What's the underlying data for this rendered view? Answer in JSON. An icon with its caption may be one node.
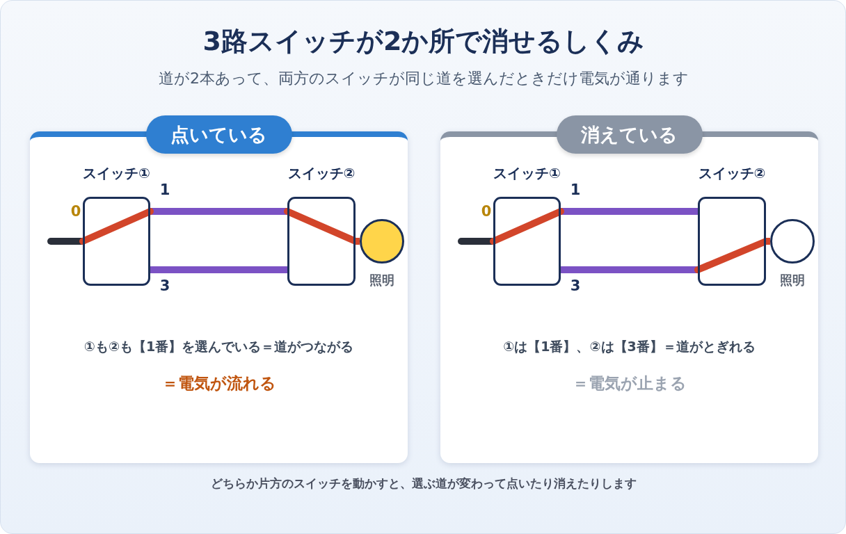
{
  "diagram": {
    "title": "3路スイッチが2か所で消せるしくみ",
    "caption": "どちらか片方のスイッチを動かすと、選ぶ道が変わって点いたり消えたりします",
    "nodes": [
      {
        "text": [
          "点いている",
          "①も②も【1番】を選んでいる＝道がつながる",
          "＝電気が流れる"
        ]
      },
      {
        "text": [
          "スイッチ①"
        ],
        "in": 0
      },
      {
        "text": [
          "スイッチ②"
        ],
        "in": 0
      },
      {
        "text": [
          "照明"
        ],
        "in": 0
      },
      {
        "text": [
          "消えている",
          "①は【1番】、②は【3番】＝道がとぎれる",
          "＝電気が止まる"
        ]
      },
      {
        "text": [
          "スイッチ①"
        ],
        "in": 4
      },
      {
        "text": [
          "スイッチ②"
        ],
        "in": 4
      },
      {
        "text": [
          "照明"
        ],
        "in": 4
      }
    ],
    "edges": [
      {
        "from": null,
        "to": 1,
        "arrow": "none",
        "color": "#2a2f3a"
      },
      {
        "from": 1,
        "to": 2,
        "arrow": "none"
      },
      {
        "from": 1,
        "to": 2,
        "arrow": "none"
      },
      {
        "from": 2,
        "to": 3,
        "arrow": "none",
        "color": "#d2452a"
      },
      {
        "from": null,
        "to": 5,
        "arrow": "none",
        "color": "#2a2f3a"
      },
      {
        "from": 5,
        "to": 6,
        "arrow": "none"
      },
      {
        "from": 5,
        "to": 6,
        "arrow": "none"
      },
      {
        "from": 6,
        "to": 7,
        "arrow": "none",
        "color": "#d2452a"
      }
    ],
    "labels": [
      "道が2本あって、両方のスイッチが同じ道を選んだときだけ電気が通ります",
      "0",
      "1",
      "3",
      "0",
      "1",
      "3"
    ]
  }
}
